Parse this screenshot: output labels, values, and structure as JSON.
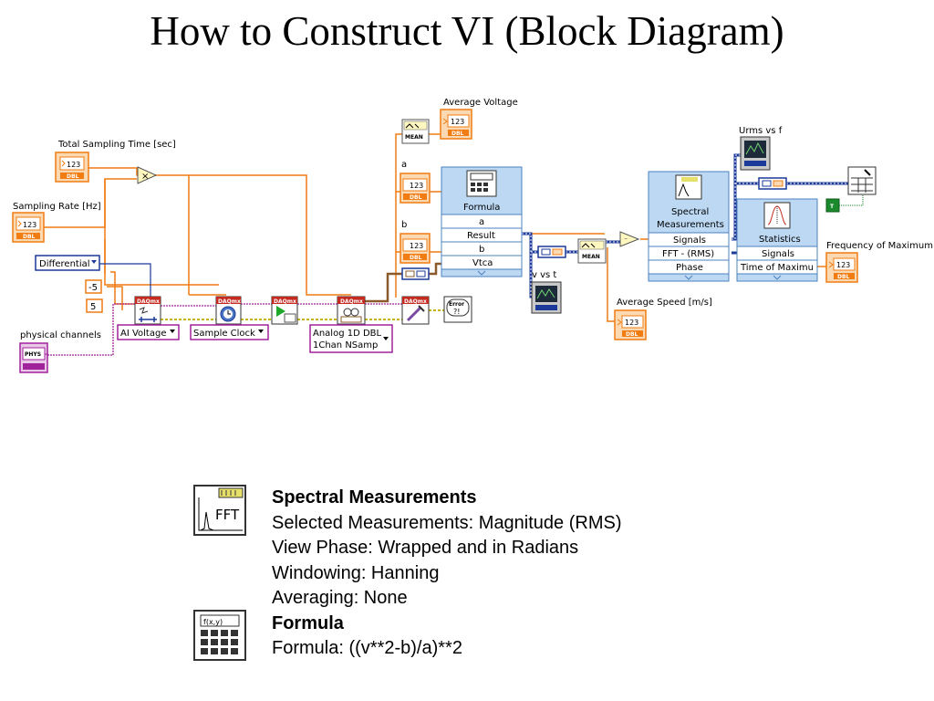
{
  "title": "How to Construct VI (Block Diagram)",
  "labels": {
    "total_sampling_time": "Total Sampling Time [sec]",
    "sampling_rate": "Sampling Rate [Hz]",
    "physical_channels": "physical channels",
    "average_voltage": "Average Voltage",
    "a": "a",
    "b": "b",
    "v_vs_t": "v vs t",
    "average_speed": "Average Speed [m/s]",
    "urms_vs_f": "Urms vs f",
    "frequency_of_maximum": "Frequency of Maximum"
  },
  "controls": {
    "terminal_value": "123",
    "terminal_type": "DBL",
    "differential": "Differential",
    "minus_five": "-5",
    "five": "5",
    "phys": "PHYS",
    "ai_voltage": "AI Voltage",
    "sample_clock": "Sample Clock",
    "analog_line1": "Analog 1D DBL",
    "analog_line2": "1Chan NSamp",
    "daqmx": "DAQmx",
    "mean": "MEAN",
    "error": "Error",
    "true_const": "T"
  },
  "formula_node": {
    "title": "Formula",
    "pins": [
      "a",
      "Result",
      "b",
      "Vtca"
    ]
  },
  "spectral_node": {
    "title_line1": "Spectral",
    "title_line2": "Measurements",
    "pins": [
      "Signals",
      "FFT - (RMS)",
      "Phase"
    ]
  },
  "statistics_node": {
    "title": "Statistics",
    "pins": [
      "Signals",
      "Time of Maximu"
    ]
  },
  "legend": {
    "spectral": {
      "heading": "Spectral Measurements",
      "lines": [
        "Selected Measurements: Magnitude (RMS)",
        "View Phase: Wrapped and in Radians",
        "Windowing: Hanning",
        "Averaging: None"
      ]
    },
    "formula": {
      "heading": "Formula",
      "lines": [
        "Formula: ((v**2-b)/a)**2"
      ]
    }
  },
  "colors": {
    "float_wire": "#f07c12",
    "waveform_wire": "#8b5a2b",
    "error_wire": "#c8b400",
    "daq_wire": "#a1239c",
    "dynamic_wire": "#1c3a99",
    "enum_wire": "#1c3a99",
    "bool_wire": "#1b8a2c",
    "express_blue": "#bcd8f2"
  }
}
